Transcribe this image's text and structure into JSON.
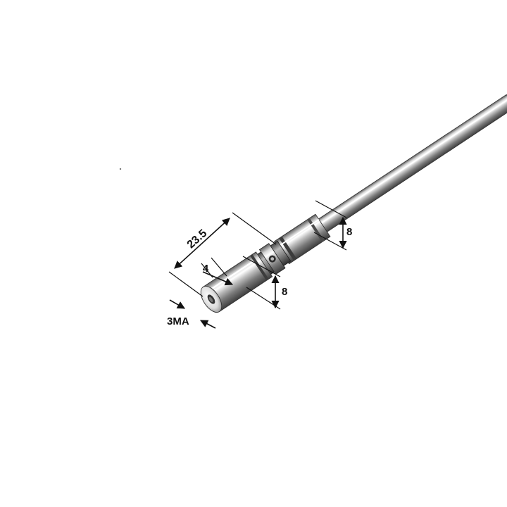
{
  "dimensions": {
    "overall_length": "23.5",
    "slot_width": "4",
    "body_diameter_front": "8",
    "body_diameter_rear": "8",
    "thread": "3MA"
  }
}
